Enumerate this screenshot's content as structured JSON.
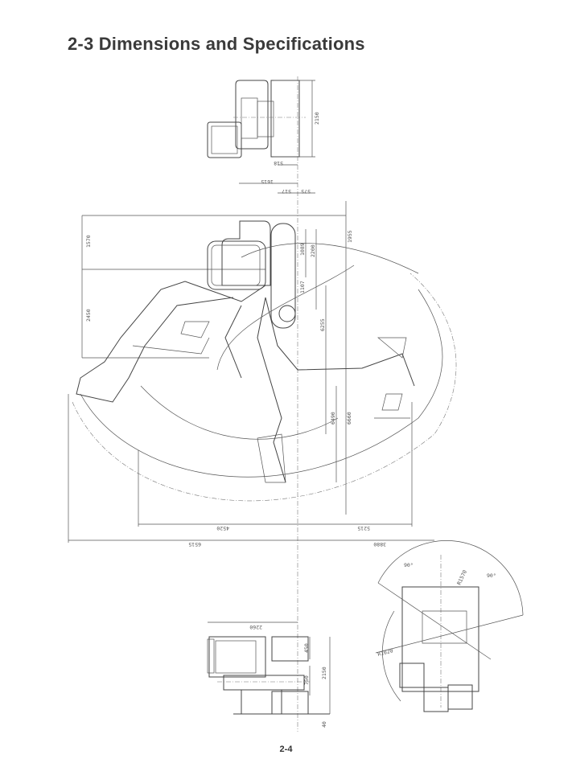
{
  "page": {
    "title": "2-3  Dimensions and Specifications",
    "page_number": "2-4"
  },
  "drawing": {
    "top_view": {
      "width": "2150",
      "offset": "518"
    },
    "side_view": {
      "rear_swing": "1615",
      "track_a": "517",
      "track_b": "575",
      "cab_height": "1570",
      "ground_to_pivot": "2450",
      "overall_height": "1955",
      "dim_1089": "1089",
      "dim_2200": "2200",
      "dim_1107": "1107",
      "max_dig_height": "6255",
      "max_dump_height": "6490",
      "max_reach_height": "6660",
      "reach_left": "4520",
      "reach_right": "5215",
      "overall_left": "6515",
      "overall_right": "3880"
    },
    "front_view": {
      "overall": "2260",
      "dim_450": "450",
      "dim_750": "750",
      "width": "2150",
      "clearance": "40"
    },
    "swing_view": {
      "angle_left": "90°",
      "angle_right": "90°",
      "radius_front": "R1570",
      "radius_rear": "R1020"
    }
  }
}
